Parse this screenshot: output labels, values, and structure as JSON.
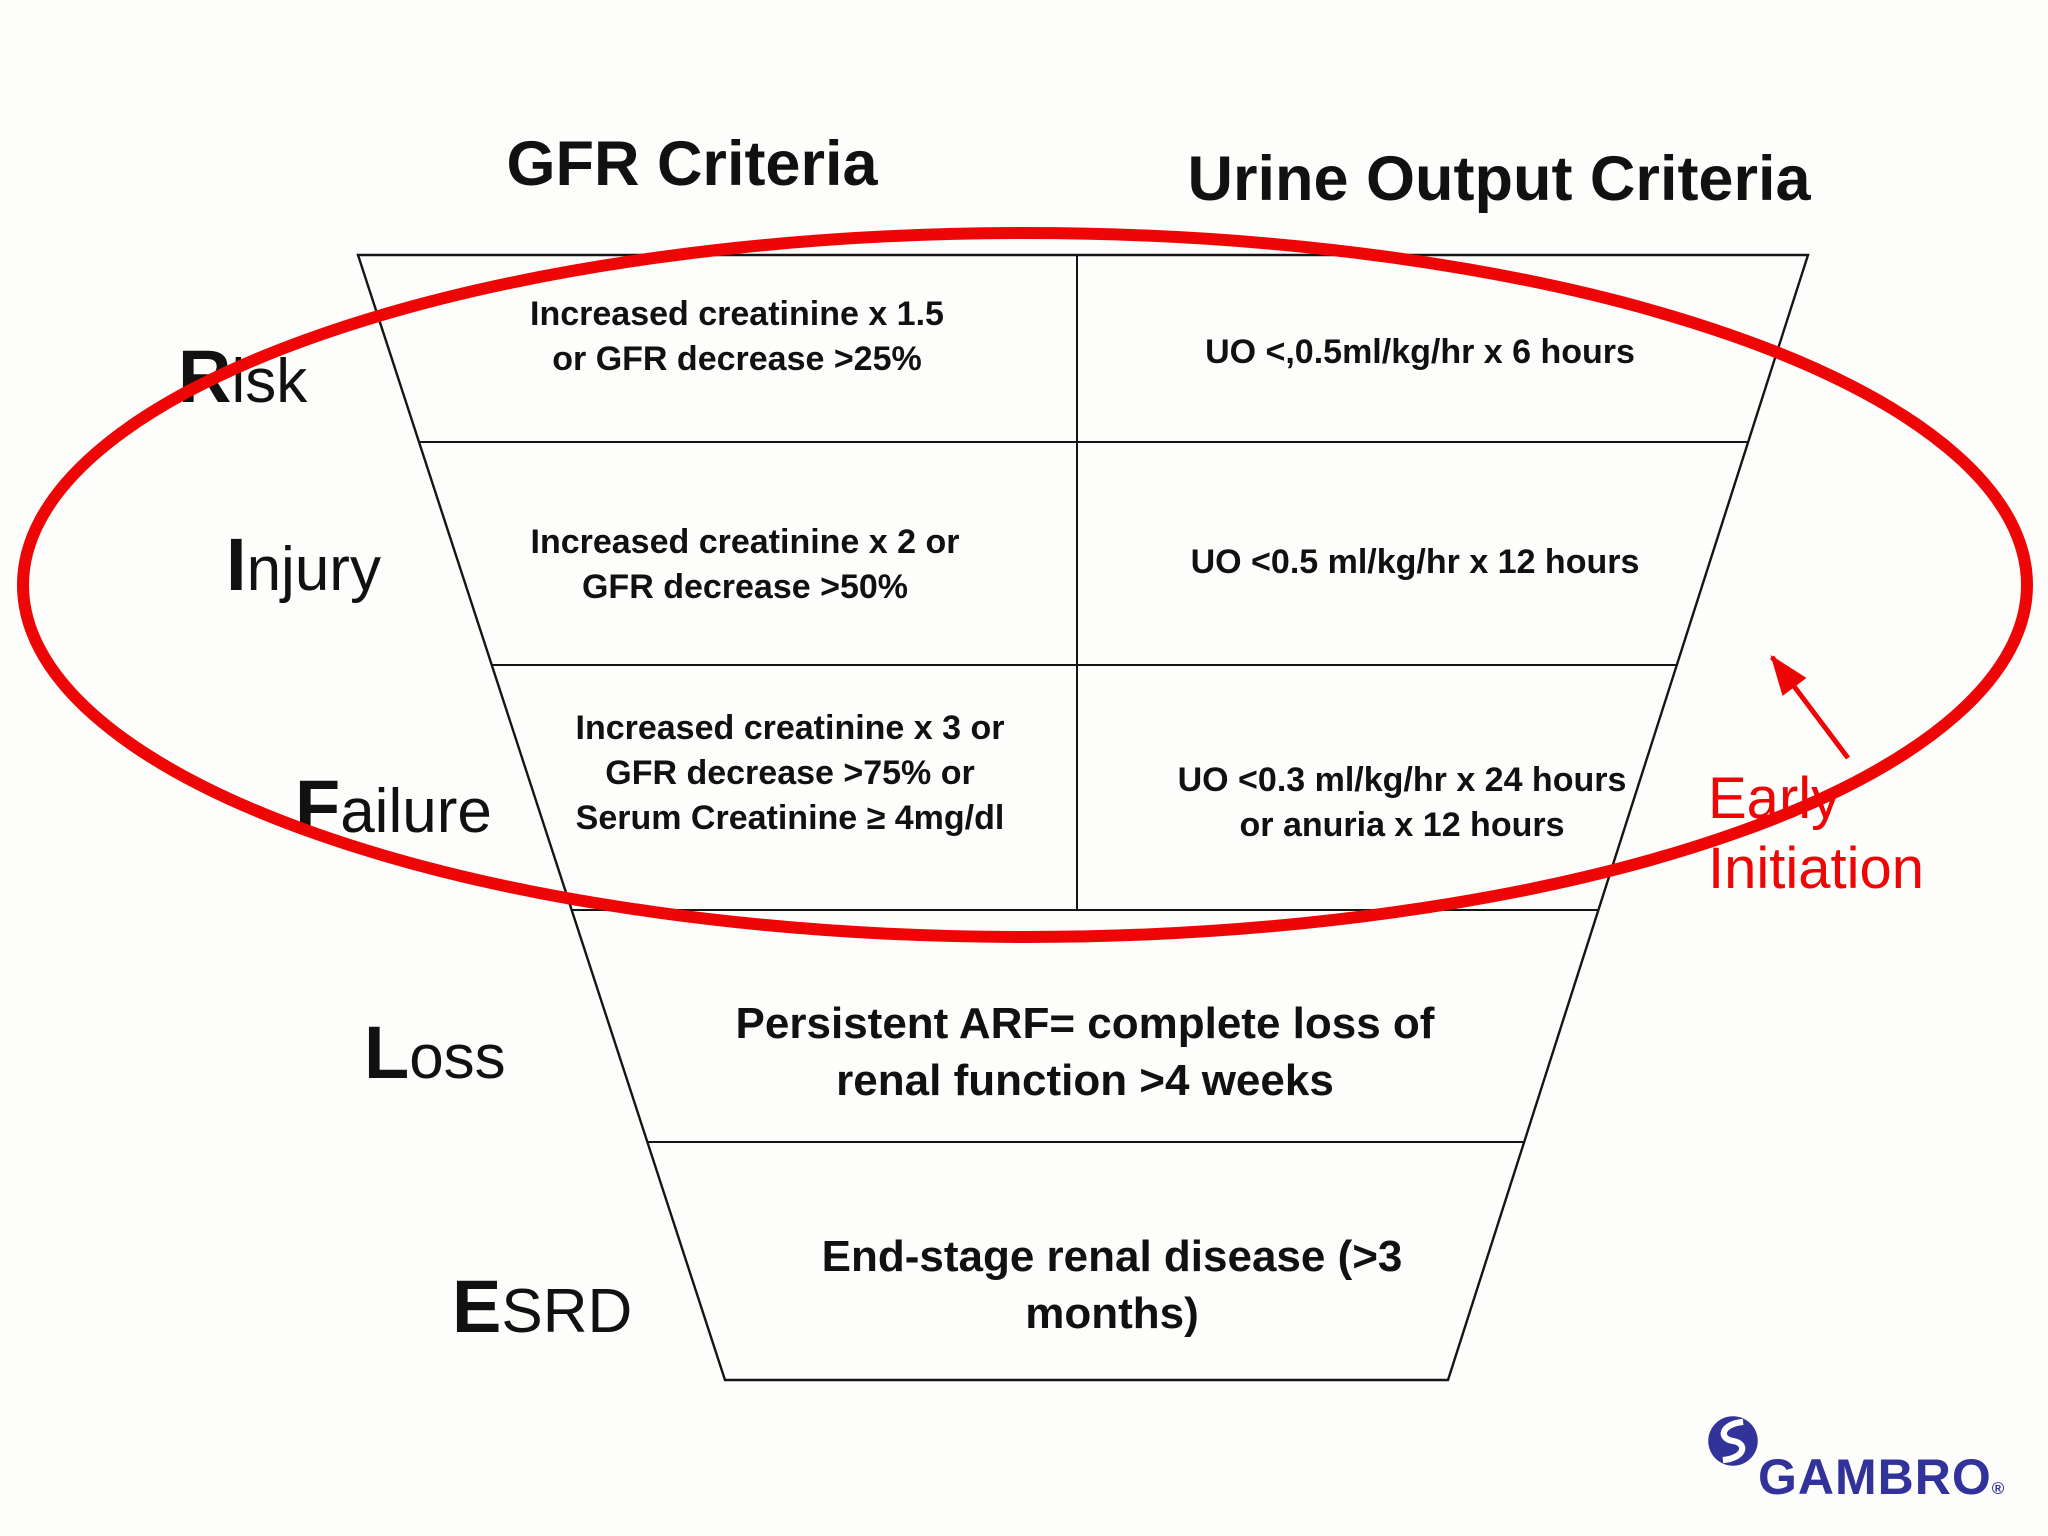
{
  "headers": {
    "gfr": "GFR Criteria",
    "urine": "Urine Output Criteria"
  },
  "stages": [
    {
      "initial": "R",
      "rest": "isk",
      "gfr": "Increased creatinine x 1.5\nor GFR decrease >25%",
      "urine": "UO <,0.5ml/kg/hr x 6 hours"
    },
    {
      "initial": "I",
      "rest": "njury",
      "gfr": "Increased creatinine x 2 or\nGFR decrease >50%",
      "urine": "UO <0.5 ml/kg/hr x 12 hours"
    },
    {
      "initial": "F",
      "rest": "ailure",
      "gfr": "Increased creatinine x 3 or\nGFR decrease >75% or\nSerum Creatinine ≥ 4mg/dl",
      "urine": "UO <0.3 ml/kg/hr x 24 hours\nor anuria x 12  hours"
    },
    {
      "initial": "L",
      "rest": "oss",
      "combined": "Persistent ARF= complete loss of\nrenal function >4 weeks"
    },
    {
      "initial": "E",
      "rest": "SRD",
      "combined": "End-stage renal disease (>3\nmonths)"
    }
  ],
  "annotation": {
    "label": "Early\nInitiation"
  },
  "logo": {
    "text": "GAMBRO",
    "registered": "®"
  },
  "colors": {
    "highlight_red": "#ee0606",
    "logo_blue": "#32329b",
    "line_black": "#151515"
  }
}
